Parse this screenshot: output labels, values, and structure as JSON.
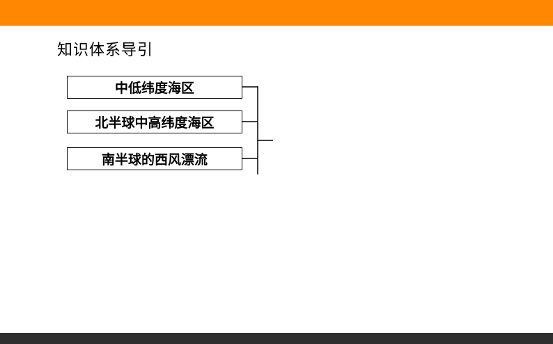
{
  "colors": {
    "top_bar": "#ff8800",
    "bottom_bar": "#2f2f2f",
    "text": "#000000",
    "line": "#000000"
  },
  "title": "知识体系导引",
  "nodes": [
    {
      "label": "中低纬度海区"
    },
    {
      "label": "北半球中高纬度海区"
    },
    {
      "label": "南半球的西风漂流"
    }
  ]
}
